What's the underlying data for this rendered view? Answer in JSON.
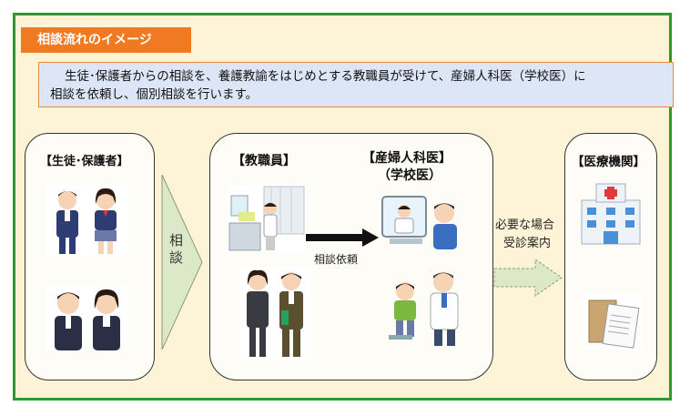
{
  "header": {
    "title": "相談流れのイメージ"
  },
  "description": {
    "line1": "生徒･保護者からの相談を、養護教諭をはじめとする教職員が受けて、産婦人科医（学校医）に",
    "line2": "相談を依頼し、個別相談を行います。"
  },
  "left_panel": {
    "label": "【生徒･保護者】"
  },
  "arrow_consult": {
    "label": "相談"
  },
  "middle_panel": {
    "staff_label": "【教職員】",
    "doctor_label_line1": "【産婦人科医】",
    "doctor_label_line2": "（学校医）",
    "request_label": "相談依頼"
  },
  "referral": {
    "line1": "必要な場合",
    "line2": "受診案内"
  },
  "right_panel": {
    "label": "【医療機関】"
  },
  "colors": {
    "frame_border": "#2e9a2e",
    "frame_bg": "#fdf3d6",
    "header_bg": "#f07a22",
    "desc_bg": "#dde6f6",
    "arrow_fill": "#dbe9c8"
  },
  "icons": [
    "students-illustration",
    "parents-illustration",
    "nurse-office-illustration",
    "teachers-illustration",
    "video-call-illustration",
    "doctor-consultation-illustration",
    "hospital-icon",
    "documents-icon"
  ]
}
